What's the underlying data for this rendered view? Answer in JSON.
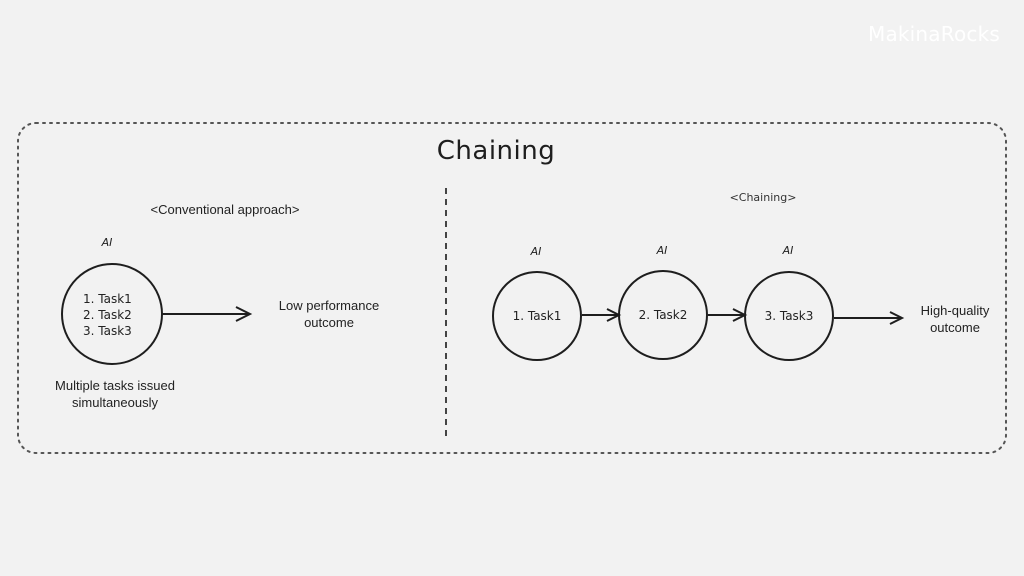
{
  "brand": {
    "logo_text": "MakinaRocks"
  },
  "diagram": {
    "title": "Chaining",
    "conventional": {
      "heading": "<Conventional approach>",
      "ai_label": "AI",
      "tasks": [
        "1. Task1",
        "2. Task2",
        "3. Task3"
      ],
      "caption_line1": "Multiple tasks issued",
      "caption_line2": "simultaneously",
      "outcome_line1": "Low performance",
      "outcome_line2": "outcome"
    },
    "chaining": {
      "heading": "<Chaining>",
      "nodes": [
        {
          "ai_label": "AI",
          "task": "1. Task1"
        },
        {
          "ai_label": "AI",
          "task": "2. Task2"
        },
        {
          "ai_label": "AI",
          "task": "3. Task3"
        }
      ],
      "outcome_line1": "High-quality",
      "outcome_line2": "outcome"
    }
  },
  "colors": {
    "background": "#f2f2f2",
    "stroke": "#1e1e1e",
    "border": "#555555",
    "logo": "#ffffff"
  }
}
